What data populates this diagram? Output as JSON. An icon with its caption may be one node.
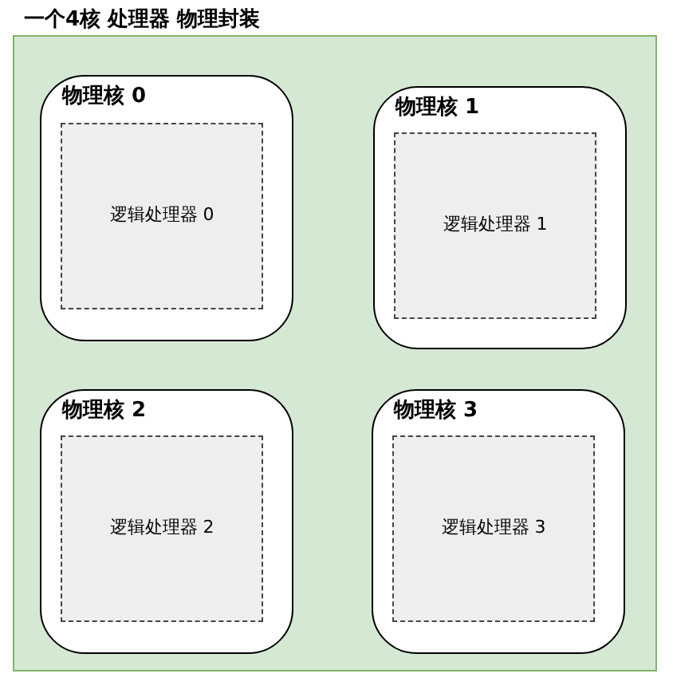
{
  "diagram": {
    "nodes": [
      {
        "text": [
          "一个4核 处理器 物理封装"
        ]
      },
      {
        "text": [
          "物理核 0"
        ],
        "in": 0
      },
      {
        "text": [
          "逻辑处理器 0"
        ],
        "in": 1
      },
      {
        "text": [
          "物理核 1"
        ],
        "in": 0
      },
      {
        "text": [
          "逻辑处理器 1"
        ],
        "in": 3
      },
      {
        "text": [
          "物理核 2"
        ],
        "in": 0
      },
      {
        "text": [
          "逻辑处理器 2"
        ],
        "in": 5
      },
      {
        "text": [
          "物理核 3"
        ],
        "in": 0
      },
      {
        "text": [
          "逻辑处理器 3"
        ],
        "in": 7
      }
    ]
  }
}
